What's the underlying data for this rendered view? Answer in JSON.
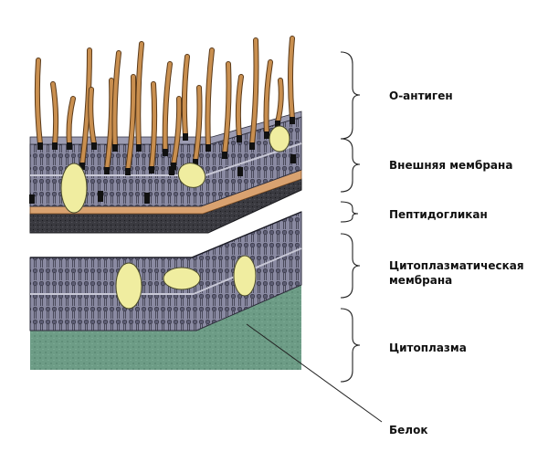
{
  "labels": {
    "o_antigen": "О-антиген",
    "outer_membrane": "Внешняя мембрана",
    "peptidoglycan": "Пептидогликан",
    "cytoplasmic_membrane_line1": "Цитоплазматическая",
    "cytoplasmic_membrane_line2": "мембрана",
    "cytoplasm": "Цитоплазма",
    "protein": "Белок"
  },
  "colors": {
    "lipid": "#7b7b92",
    "lipid_dark": "#2e2e3c",
    "hair": "#c98f4f",
    "hair_edge": "#5a3a1a",
    "protein": "#f0eda0",
    "cytoplasm": "#6d9c86",
    "peptidoglycan": "#d9a270"
  }
}
